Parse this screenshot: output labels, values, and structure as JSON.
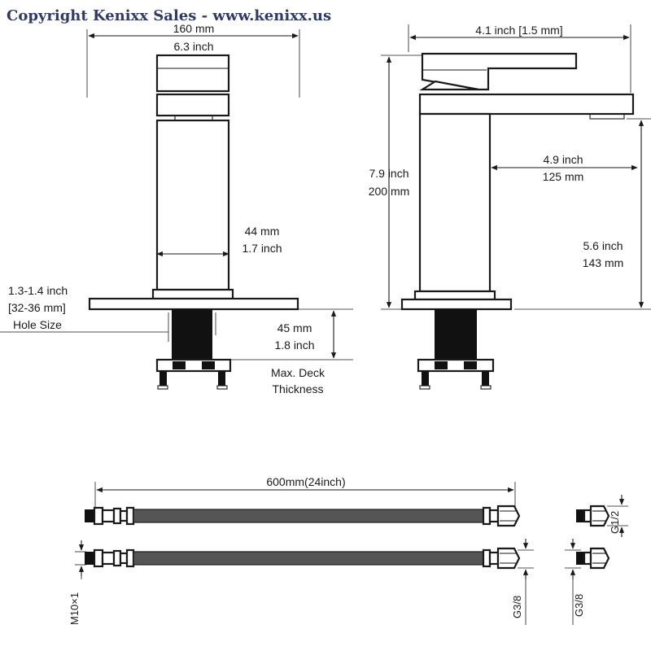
{
  "watermark": "Copyright Kenixx Sales - www.kenixx.us",
  "front_view": {
    "top_width_mm": "160 mm",
    "top_width_in": "6.3 inch",
    "body_width_mm": "44 mm",
    "body_width_in": "1.7 inch",
    "hole_size_line1": "1.3-1.4 inch",
    "hole_size_line2": "[32-36 mm]",
    "hole_size_line3": "Hole Size",
    "deck_mm": "45 mm",
    "deck_in": "1.8 inch",
    "deck_label_line1": "Max. Deck",
    "deck_label_line2": "Thickness"
  },
  "side_view": {
    "handle_depth": "4.1 inch [1.5 mm]",
    "height_in": "7.9 inch",
    "height_mm": "200 mm",
    "spout_reach_in": "4.9 inch",
    "spout_reach_mm": "125 mm",
    "spout_height_in": "5.6 inch",
    "spout_height_mm": "143 mm"
  },
  "hoses": {
    "length": "600mm(24inch)",
    "thread_m10": "M10×1",
    "thread_g38_a": "G3/8",
    "thread_g12": "G1/2",
    "thread_g38_b": "G3/8"
  }
}
